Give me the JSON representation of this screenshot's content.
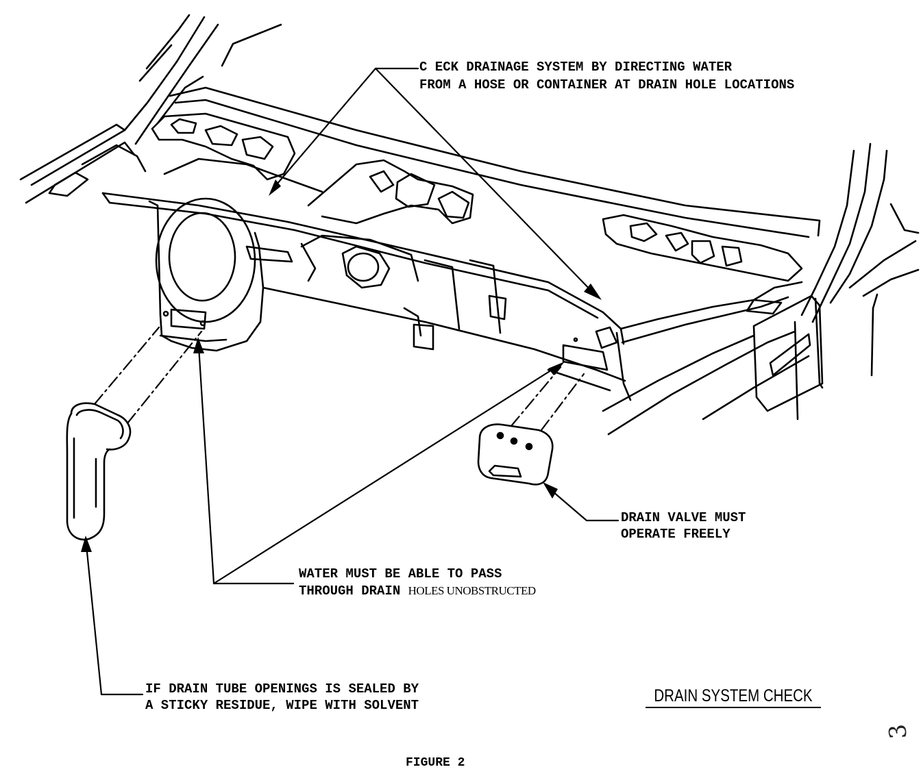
{
  "callouts": {
    "drainage_check_line1": "C ECK DRAINAGE SYSTEM BY DIRECTING WATER",
    "drainage_check_line2": "FROM A HOSE OR CONTAINER AT DRAIN HOLE LOCATIONS",
    "drain_valve_line1": "DRAIN VALVE MUST",
    "drain_valve_line2": "OPERATE FREELY",
    "water_pass_line1": "WATER MUST BE ABLE TO PASS",
    "water_pass_line2_a": "THROUGH DRAIN ",
    "water_pass_line2_b": "HOLES UNOBSTRUCTED",
    "sticky_residue_line1": "IF DRAIN TUBE OPENINGS IS SEALED BY",
    "sticky_residue_line2": "A STICKY RESIDUE, WIPE WITH SOLVENT"
  },
  "title": "DRAIN SYSTEM CHECK",
  "figure_label": "FIGURE  2",
  "page_mark": "3"
}
